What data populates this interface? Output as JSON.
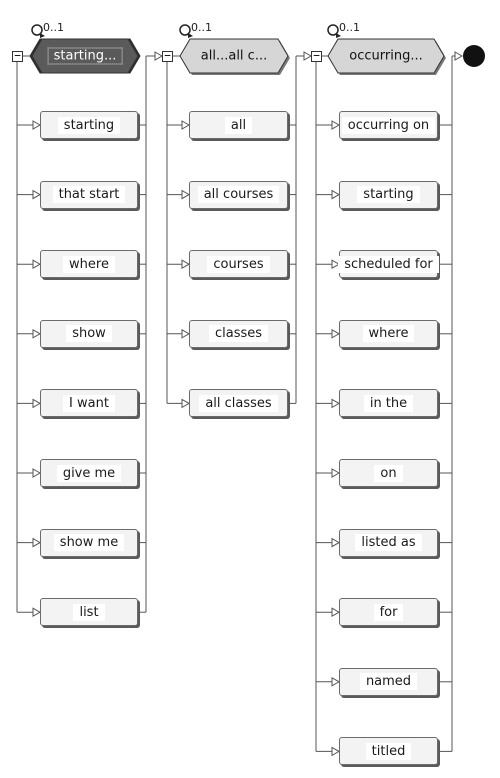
{
  "groups": [
    {
      "label": "starting...",
      "occurrence": "0..1",
      "selected": true,
      "collapse_glyph": "−",
      "children": [
        "starting",
        "that start",
        "where",
        "show",
        "I want",
        "give me",
        "show me",
        "list"
      ]
    },
    {
      "label": "all...all c...",
      "occurrence": "0..1",
      "selected": false,
      "collapse_glyph": "−",
      "children": [
        "all",
        "all courses",
        "courses",
        "classes",
        "all classes"
      ]
    },
    {
      "label": "occurring...",
      "occurrence": "0..1",
      "selected": false,
      "collapse_glyph": "−",
      "children": [
        "occurring on",
        "starting",
        "scheduled for",
        "where",
        "in the",
        "on",
        "listed as",
        "for",
        "named",
        "titled"
      ]
    }
  ],
  "colors": {
    "line": "#555555",
    "hex_fill": "#d6d6d6",
    "hex_selected_fill": "#5a5a5a",
    "end_dot": "#111111",
    "node_fill": "#f3f3f3"
  }
}
